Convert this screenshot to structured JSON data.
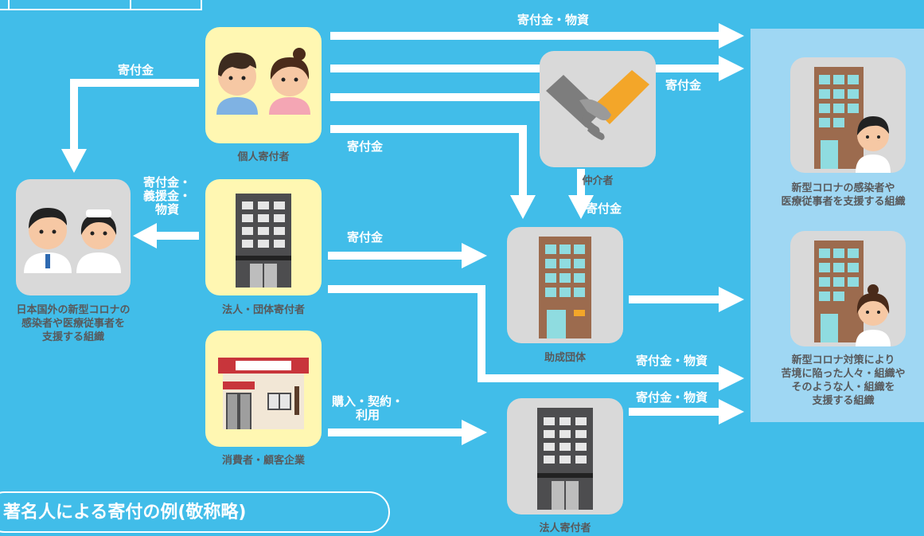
{
  "nodes": {
    "individual": "個人寄付者",
    "corporate_group": "法人・団体寄付者",
    "consumer": "消費者・顧客企業",
    "intermediary": "仲介者",
    "grant_org": "助成団体",
    "corporate_donor": "法人寄付者",
    "overseas_org": "日本国外の新型コロナの\n感染者や医療従事者を\n支援する組織",
    "support_infected": "新型コロナの感染者や\n医療従事者を支援する組織",
    "support_hardship": "新型コロナ対策により\n苦境に陥った人々・組織や\nそのような人・組織を\n支援する組織"
  },
  "flows": {
    "top_donation_goods": "寄付金・物資",
    "individual_to_overseas": "寄付金",
    "intermediary_to_target": "寄付金",
    "individual_to_grant": "寄付金",
    "corp_to_overseas": "寄付金・\n義援金・\n物資",
    "intermediary_to_grant": "寄付金",
    "corp_to_grant": "寄付金",
    "corp_to_target": "寄付金・物資",
    "consumer_purchase": "購入・契約・\n利用",
    "corp_donor_to_target": "寄付金・物資"
  },
  "banner": "著名人による寄付の例(敬称略)"
}
